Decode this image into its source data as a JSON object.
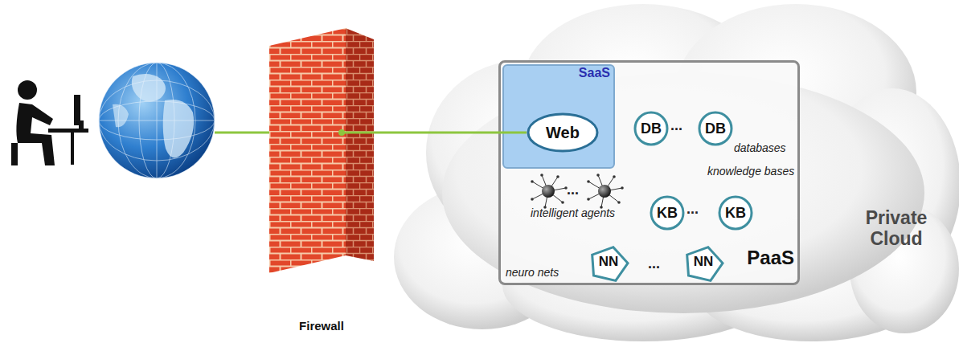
{
  "diagram": {
    "nodes": [
      {
        "text": [
          "Firewall"
        ]
      },
      {
        "text": [
          "Private Cloud"
        ]
      },
      {
        "text": [
          "PaaS"
        ],
        "in": 1
      },
      {
        "text": [
          "SaaS"
        ],
        "in": 2
      },
      {
        "text": [
          "Web"
        ],
        "in": 3
      },
      {
        "text": [
          "DB"
        ],
        "in": 2
      },
      {
        "text": [
          "DB"
        ],
        "in": 2
      },
      {
        "text": [
          "KB"
        ],
        "in": 2
      },
      {
        "text": [
          "KB"
        ],
        "in": 2
      },
      {
        "text": [
          "NN"
        ],
        "in": 2
      },
      {
        "text": [
          "NN"
        ],
        "in": 2
      }
    ],
    "edges": [
      {
        "from": 0,
        "to": 4,
        "arrow": "none"
      }
    ],
    "labels": [
      "...",
      "databases",
      "knowledge bases",
      "...",
      "intelligent agents",
      "...",
      "neuro nets",
      "..."
    ]
  }
}
